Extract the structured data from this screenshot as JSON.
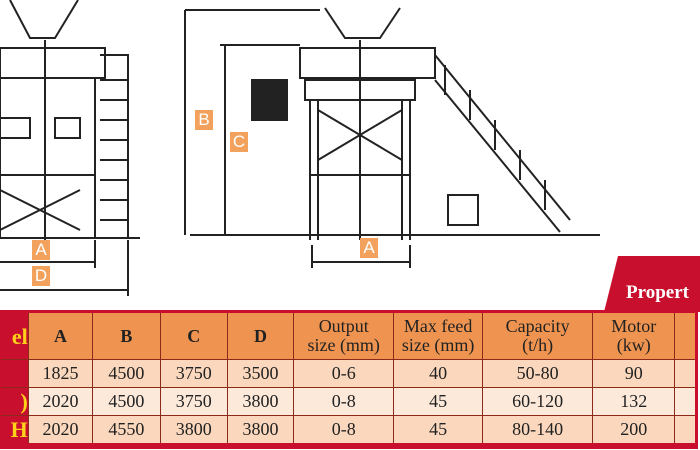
{
  "dimension_labels": {
    "left_a": "A",
    "left_d": "D",
    "right_b": "B",
    "right_c": "C",
    "right_a": "A"
  },
  "banner": {
    "title": "Propert"
  },
  "table": {
    "model_header": "el",
    "headers": [
      "A",
      "B",
      "C",
      "D",
      "Output size (mm)",
      "Max feed size (mm)",
      "Capacity (t/h)",
      "Motor (kw)"
    ],
    "header_lines": [
      [
        "A"
      ],
      [
        "B"
      ],
      [
        "C"
      ],
      [
        "D"
      ],
      [
        "Output",
        "size (mm)"
      ],
      [
        "Max feed",
        "size (mm)"
      ],
      [
        "Capacity",
        "(t/h)"
      ],
      [
        "Motor",
        "(kw)"
      ]
    ],
    "rows": [
      {
        "model": "",
        "values": [
          "1825",
          "4500",
          "3750",
          "3500",
          "0-6",
          "40",
          "50-80",
          "90"
        ]
      },
      {
        "model": ")",
        "values": [
          "2020",
          "4500",
          "3750",
          "3800",
          "0-8",
          "45",
          "60-120",
          "132"
        ]
      },
      {
        "model": "H",
        "values": [
          "2020",
          "4550",
          "3800",
          "3800",
          "0-8",
          "45",
          "80-140",
          "200"
        ]
      }
    ]
  },
  "colors": {
    "header": "#ef9450",
    "brand_red": "#c8102e",
    "model_text": "#ffd21a"
  }
}
